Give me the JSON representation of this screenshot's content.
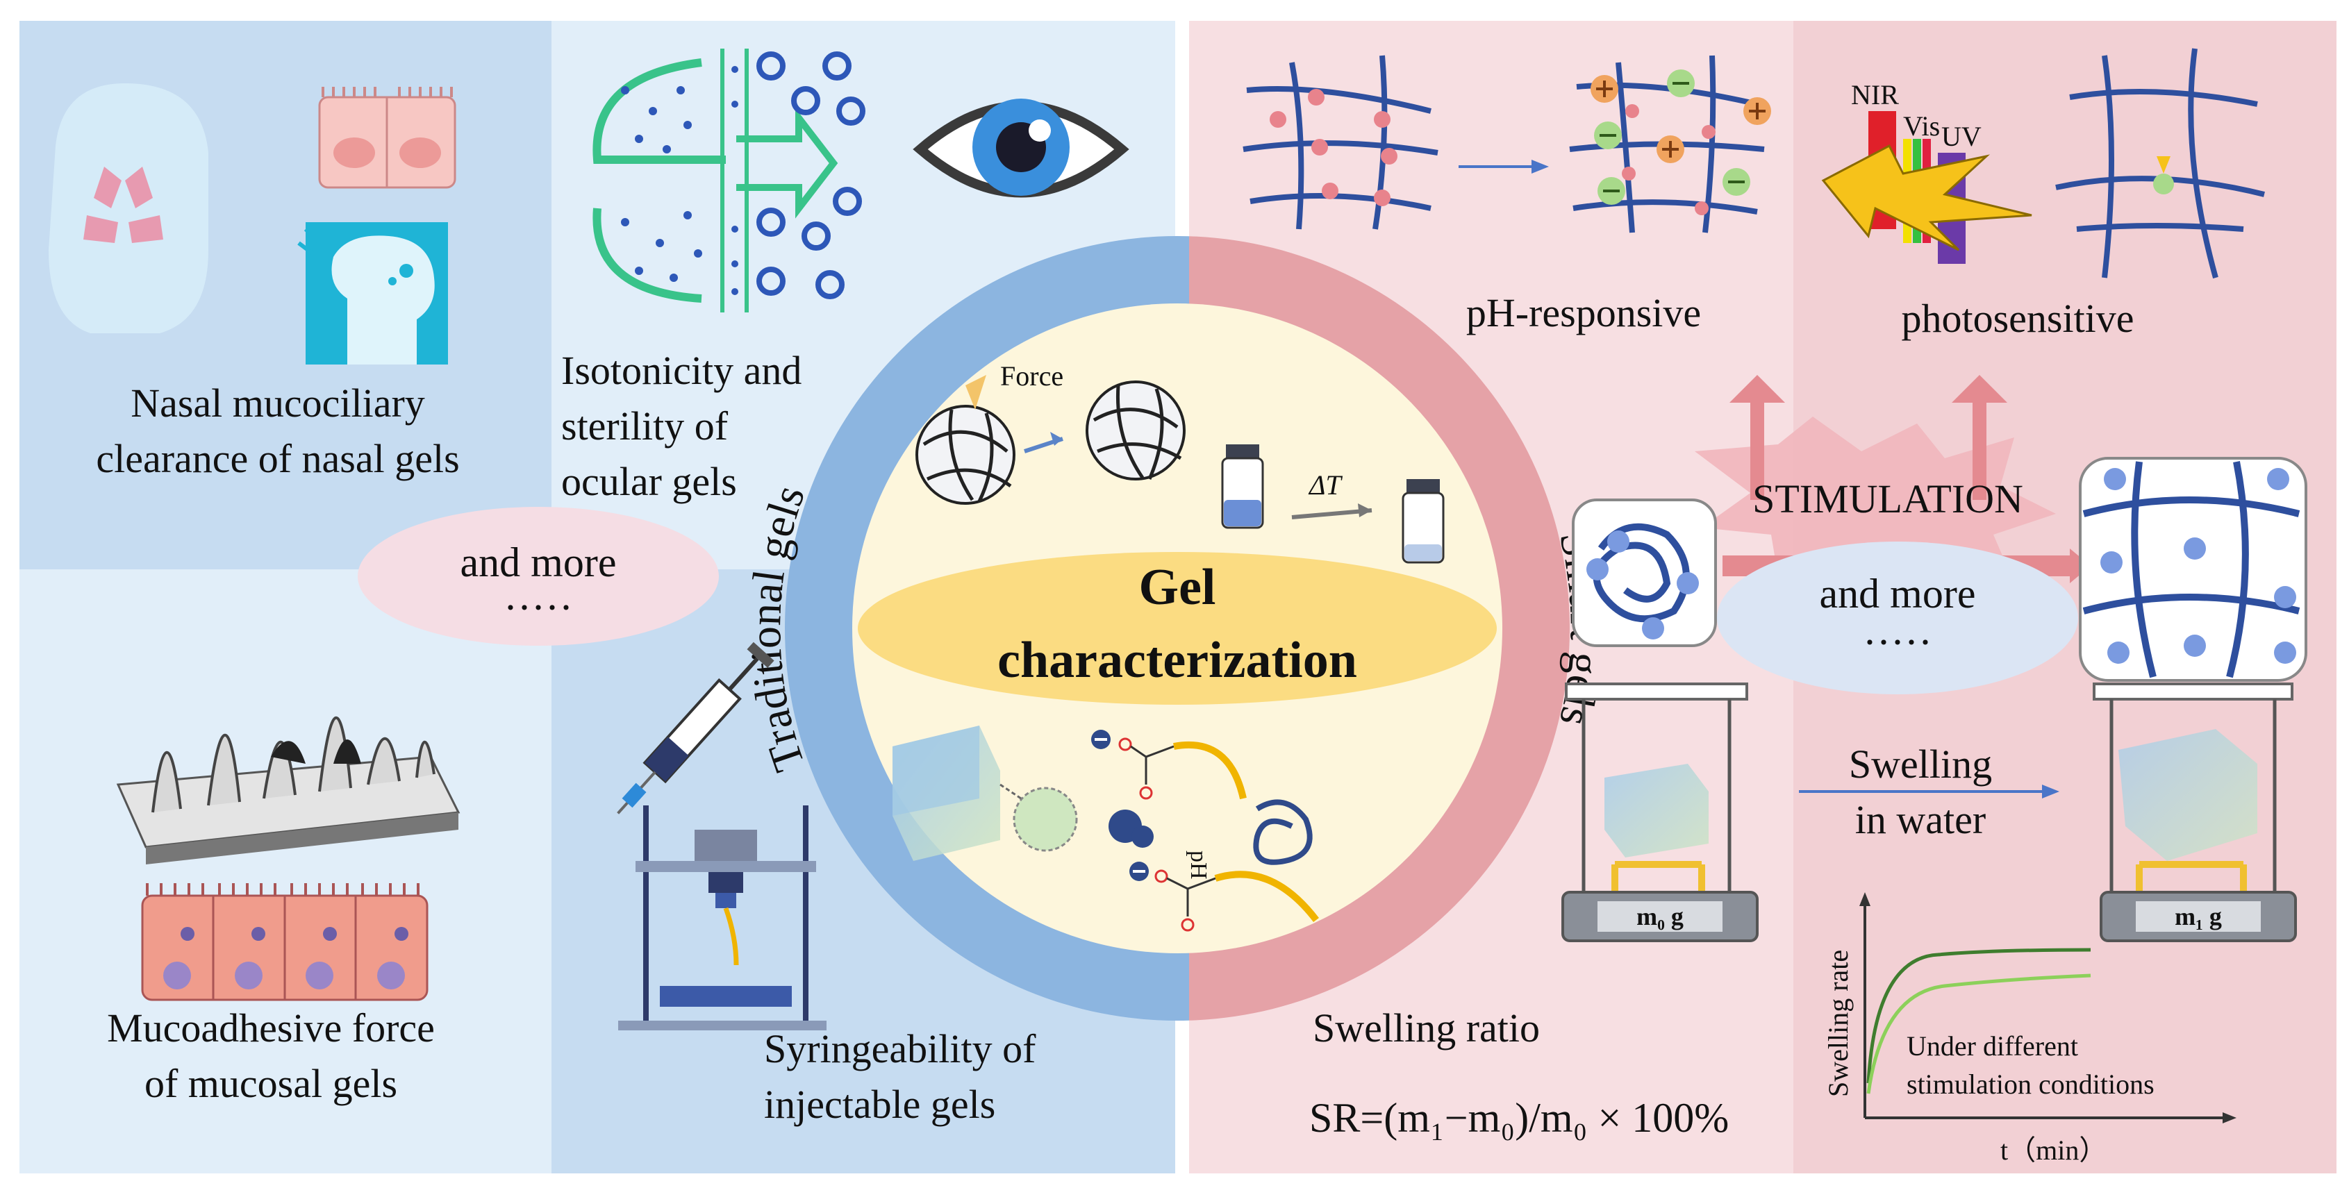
{
  "center": {
    "title_line1": "Gel",
    "title_line2": "characterization",
    "force_label": "Force",
    "delta_t_label": "ΔT",
    "ph_label": "pH",
    "traditional_label": "Traditional gels",
    "smart_label": "Smart gels"
  },
  "traditional": {
    "nasal_line1": "Nasal mucociliary",
    "nasal_line2": "clearance of nasal gels",
    "ocular_line1": "Isotonicity and",
    "ocular_line2": "sterility of",
    "ocular_line3": "ocular gels",
    "more_line1": "and more",
    "more_line2": "·····",
    "mucoadhesive_line1": "Mucoadhesive force",
    "mucoadhesive_line2": "of mucosal gels",
    "syringe_line1": "Syringeability of",
    "syringe_line2": "injectable gels"
  },
  "smart": {
    "ph_responsive": "pH-responsive",
    "photosensitive": "photosensitive",
    "nir": "NIR",
    "vis": "Vis",
    "uv": "UV",
    "stimulation": "STIMULATION",
    "more_line1": "and more",
    "more_line2": "·····",
    "swelling_line1": "Swelling",
    "swelling_line2": "in water",
    "m0_label": "m₀ g",
    "m1_label": "m₁ g",
    "swelling_ratio": "Swelling ratio",
    "formula": "SR=(m₁−m₀)/m₀ × 100%",
    "chart_ylabel": "Swelling rate",
    "chart_xlabel": "t（min）",
    "chart_note_line1": "Under different",
    "chart_note_line2": "stimulation conditions"
  },
  "colors": {
    "blue_bg": "#c5dcf0",
    "light_blue_bg": "#e2eff9",
    "pink_bg": "#f7dde0",
    "deep_pink_bg": "#f2cfd3",
    "ring_blue": "#8cb5e0",
    "ring_pink": "#e5a3a8",
    "center_fill": "#fdf6dc",
    "ellipse_yellow": "#fbdc82",
    "network_blue": "#2e4f9e"
  }
}
